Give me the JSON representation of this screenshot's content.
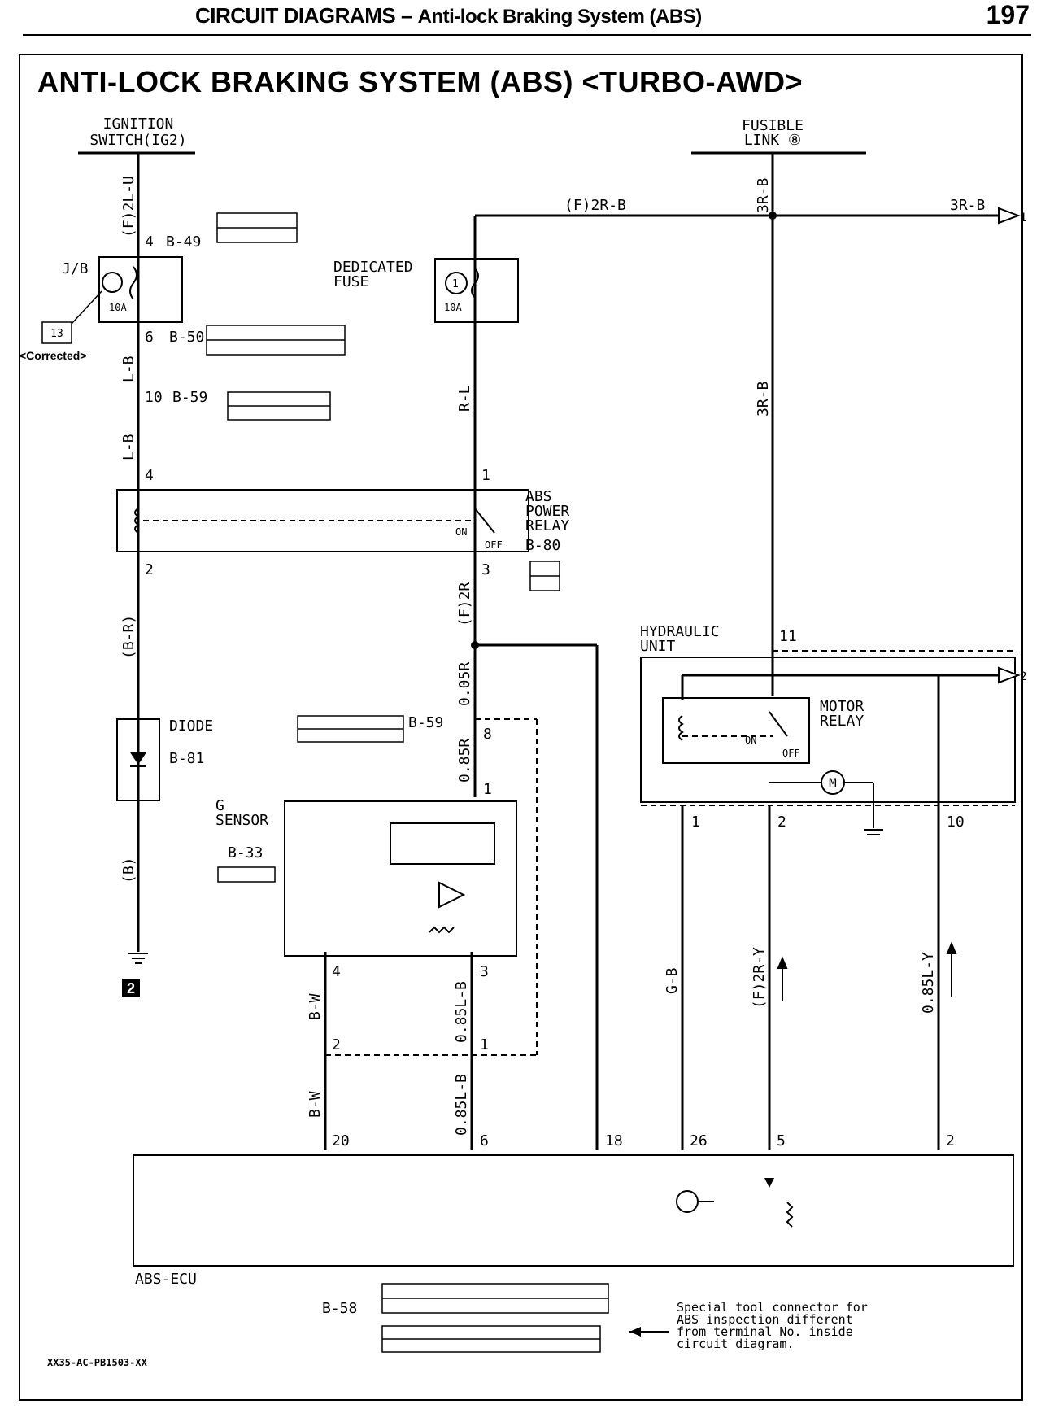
{
  "header": {
    "section": "CIRCUIT DIAGRAMS",
    "sep": " – ",
    "subsection": "Anti-lock Braking System (ABS)",
    "page": "197"
  },
  "diagram": {
    "title": "ANTI-LOCK BRAKING SYSTEM (ABS) <TURBO-AWD>",
    "ign_line1": "IGNITION",
    "ign_line2": "SWITCH(IG2)",
    "fus_line1": "FUSIBLE",
    "fus_line2": "LINK ⑧",
    "wire_2lu": "(F)2L-U",
    "pin_4a": "4",
    "conn_b49": "B-49",
    "jb": "J/B",
    "fuse_13": "13",
    "fuse_10a": "10A",
    "corrected": "<Corrected>",
    "pin_6": "6",
    "conn_b50": "B-50",
    "wire_lb1": "L-B",
    "pin_10": "10",
    "conn_b59a": "B-59",
    "wire_lb2": "L-B",
    "pin_4b": "4",
    "wire_f2rb": "(F)2R-B",
    "wire_3rb_top": "3R-B",
    "wire_3rb_right": "3R-B",
    "arrow_1": "1",
    "dedicated_line1": "DEDICATED",
    "dedicated_line2": "FUSE",
    "fuse_1": "1",
    "fuse_10a_b": "10A",
    "wire_rl": "R-L",
    "wire_3rb_mid": "3R-B",
    "pin_1a": "1",
    "relay_line1": "ABS",
    "relay_line2": "POWER",
    "relay_line3": "RELAY",
    "conn_b80": "B-80",
    "relay_on": "ON",
    "relay_off": "OFF",
    "pin_2a": "2",
    "pin_3a": "3",
    "wire_br": "(B-R)",
    "wire_f2r": "(F)2R",
    "wire_005r": "0.05R",
    "wire_085r": "0.85R",
    "diode": "DIODE",
    "conn_b81": "B-81",
    "conn_b59b": "B-59",
    "pin_8": "8",
    "pin_1b": "1",
    "gsensor_line1": "G",
    "gsensor_line2": "SENSOR",
    "conn_b33": "B-33",
    "wire_b": "(B)",
    "ground_num": "2",
    "hyd_line1": "HYDRAULIC",
    "hyd_line2": "UNIT",
    "pin_11": "11",
    "arrow_2": "2",
    "motor_line1": "MOTOR",
    "motor_line2": "RELAY",
    "motor_on": "ON",
    "motor_off": "OFF",
    "motor_m": "M",
    "hpin_1": "1",
    "hpin_2": "2",
    "hpin_10": "10",
    "pin_4c": "4",
    "pin_3b": "3",
    "wire_bw1": "B-W",
    "wire_085lb1": "0.85L-B",
    "pin_2b": "2",
    "pin_1c": "1",
    "wire_bw2": "B-W",
    "wire_085lb2": "0.85L-B",
    "wire_gb": "G-B",
    "wire_f2ry": "(F)2R-Y",
    "wire_085ly": "0.85L-Y",
    "epin_20": "20",
    "epin_6": "6",
    "epin_18": "18",
    "epin_26": "26",
    "epin_5": "5",
    "epin_2": "2",
    "ecu": "ABS-ECU",
    "conn_b58": "B-58",
    "note_line1": "Special tool connector for",
    "note_line2": "ABS inspection different",
    "note_line3": "from terminal No. inside",
    "note_line4": "circuit diagram.",
    "code": "XX35-AC-PB1503-XX"
  }
}
